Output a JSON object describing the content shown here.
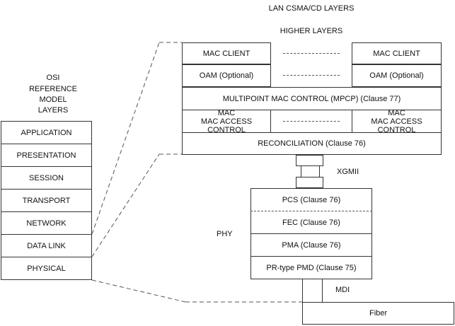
{
  "title": "LAN CSMA/CD LAYERS",
  "higher_layers": "HIGHER LAYERS",
  "osi": {
    "heading": [
      "OSI",
      "REFERENCE",
      "MODEL",
      "LAYERS"
    ],
    "layers": [
      "APPLICATION",
      "PRESENTATION",
      "SESSION",
      "TRANSPORT",
      "NETWORK",
      "DATA LINK",
      "PHYSICAL"
    ]
  },
  "lan": {
    "mac_client_left": "MAC CLIENT",
    "mac_client_right": "MAC CLIENT",
    "oam_left": "OAM (Optional)",
    "oam_right": "OAM (Optional)",
    "mpcp": "MULTIPOINT MAC CONTROL (MPCP) (Clause 77)",
    "mac_left_line1": "MAC",
    "mac_left_line2": "MAC ACCESS CONTROL",
    "mac_right_line1": "MAC",
    "mac_right_line2": "MAC ACCESS CONTROL",
    "reconciliation": "RECONCILIATION (Clause 76)"
  },
  "xgmii": "XGMII",
  "phy": {
    "label": "PHY",
    "pcs": "PCS (Clause 76)",
    "fec": "FEC (Clause 76)",
    "pma": "PMA (Clause 76)",
    "pmd": "PR-type PMD (Clause 75)"
  },
  "mdi": "MDI",
  "fiber": "Fiber"
}
